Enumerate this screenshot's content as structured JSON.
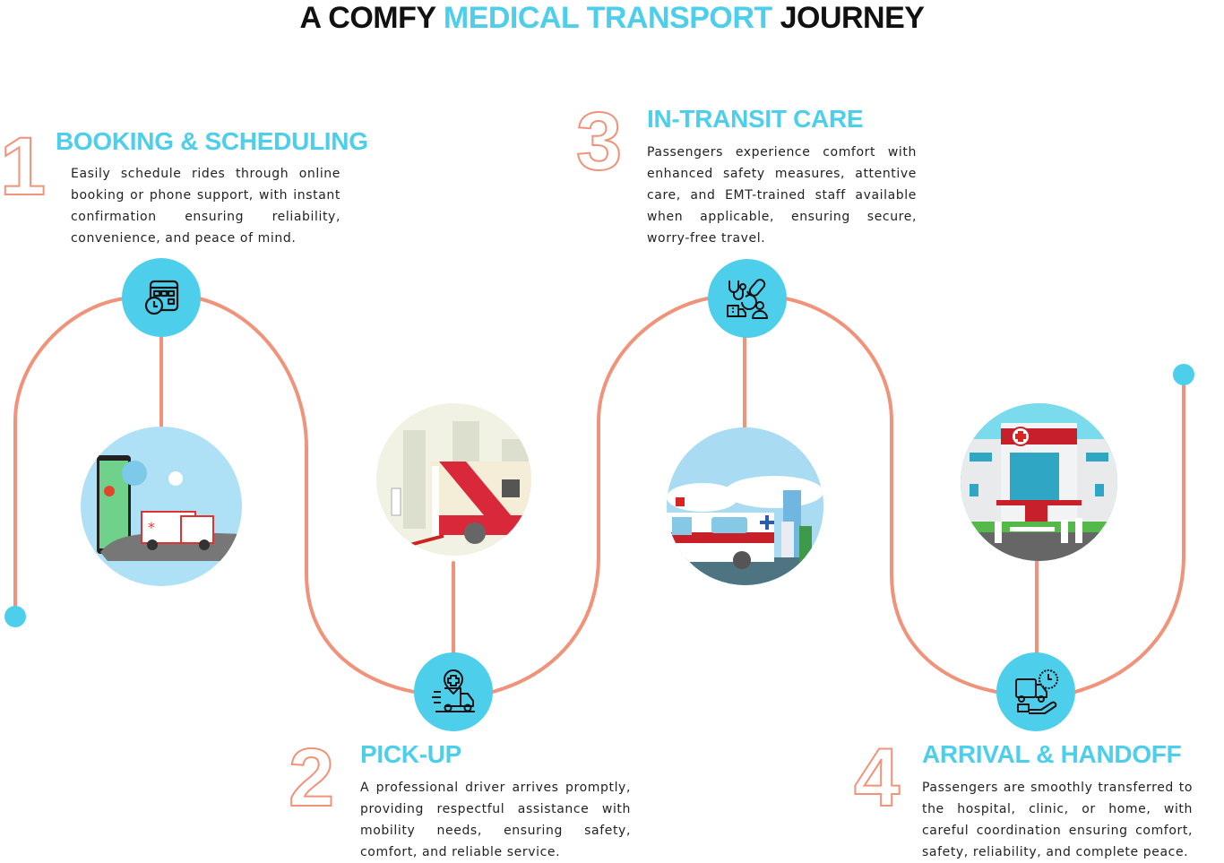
{
  "title": {
    "prefix": "A COMFY ",
    "accent": "MEDICAL TRANSPORT",
    "suffix": " JOURNEY"
  },
  "colors": {
    "accent": "#4dcfec",
    "path": "#f0937a",
    "text": "#222222"
  },
  "steps": [
    {
      "number": "1",
      "title": "BOOKING & SCHEDULING",
      "description": "Easily schedule rides through online booking or phone support, with instant confirmation ensuring reliability, convenience, and peace of mind.",
      "icon": "calendar-clock-icon",
      "image": "phone-map-ambulance-illustration"
    },
    {
      "number": "2",
      "title": "PICK-UP",
      "description": "A professional driver arrives promptly, providing respectful assistance with mobility needs, ensuring safety, comfort, and reliable service.",
      "icon": "medical-truck-location-icon",
      "image": "ambulance-doctor-ramp-illustration"
    },
    {
      "number": "3",
      "title": "IN-TRANSIT CARE",
      "description": "Passengers experience comfort with enhanced safety measures, attentive care, and EMT-trained staff available when applicable, ensuring secure, worry-free travel.",
      "icon": "care-cycle-icon",
      "image": "ambulance-staff-city-illustration"
    },
    {
      "number": "4",
      "title": "ARRIVAL & HANDOFF",
      "description": "Passengers are smoothly transferred to the hospital, clinic, or home, with careful coordination ensuring comfort, safety, reliability, and complete peace.",
      "icon": "delivery-hand-clock-icon",
      "image": "hospital-stretcher-illustration"
    }
  ]
}
